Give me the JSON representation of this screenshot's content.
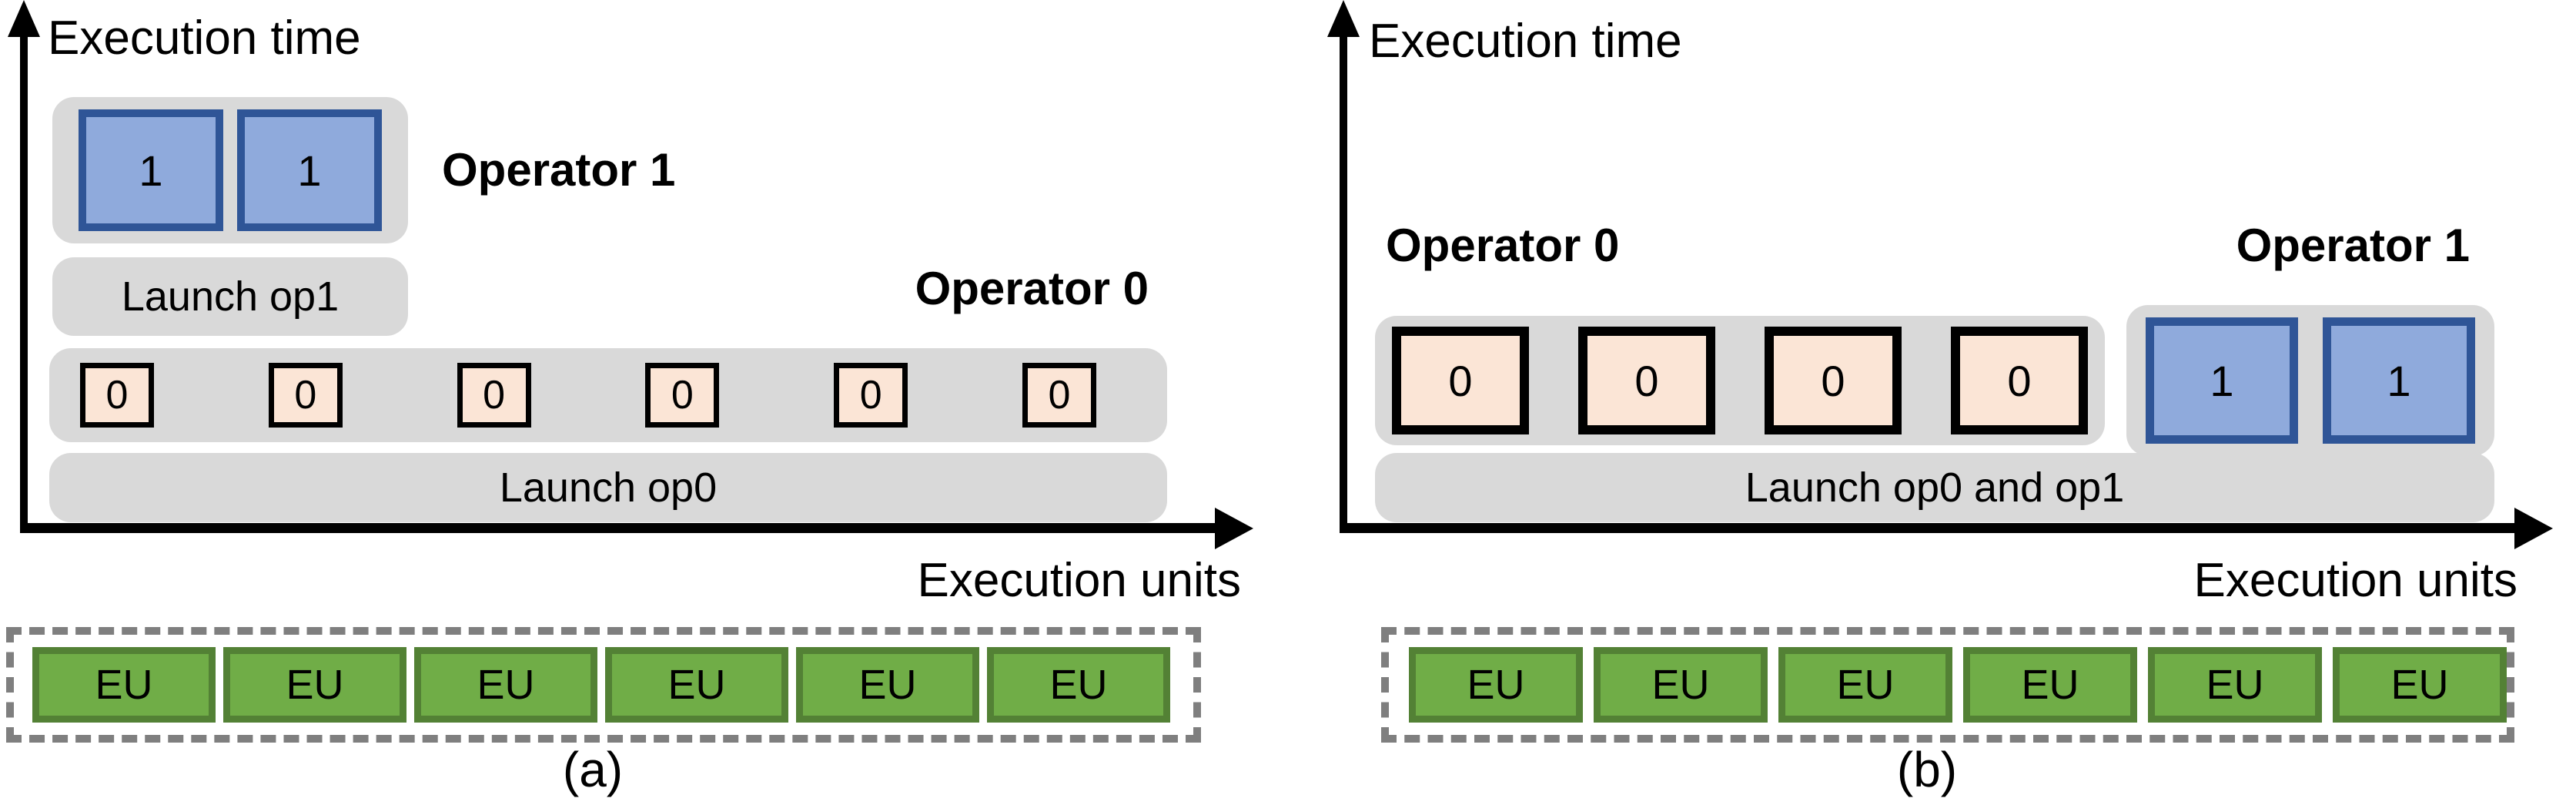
{
  "figure": {
    "panel_a": {
      "caption": "(a)",
      "y_axis_label": "Execution time",
      "x_axis_label": "Execution units",
      "operator1_label": "Operator 1",
      "operator0_label": "Operator 0",
      "launch_op1_label": "Launch op1",
      "launch_op0_label": "Launch op0",
      "op1_tasks": [
        "1",
        "1"
      ],
      "op0_tasks": [
        "0",
        "0",
        "0",
        "0",
        "0",
        "0"
      ],
      "execution_units": [
        "EU",
        "EU",
        "EU",
        "EU",
        "EU",
        "EU"
      ]
    },
    "panel_b": {
      "caption": "(b)",
      "y_axis_label": "Execution time",
      "x_axis_label": "Execution units",
      "operator0_label": "Operator 0",
      "operator1_label": "Operator 1",
      "launch_label": "Launch op0 and op1",
      "op0_tasks": [
        "0",
        "0",
        "0",
        "0"
      ],
      "op1_tasks": [
        "1",
        "1"
      ],
      "execution_units": [
        "EU",
        "EU",
        "EU",
        "EU",
        "EU",
        "EU"
      ]
    }
  },
  "colors": {
    "task-op1-fill": "#8FAADC",
    "task-op1-border": "#2F5597",
    "task-op0-fill": "#FBE5D6",
    "task-op0-border": "#000000",
    "container-gray": "#D9D9D9",
    "eu-fill": "#70AD47",
    "eu-border": "#538135",
    "dashed-border": "#7F7F7F",
    "axis-color": "#000000"
  }
}
